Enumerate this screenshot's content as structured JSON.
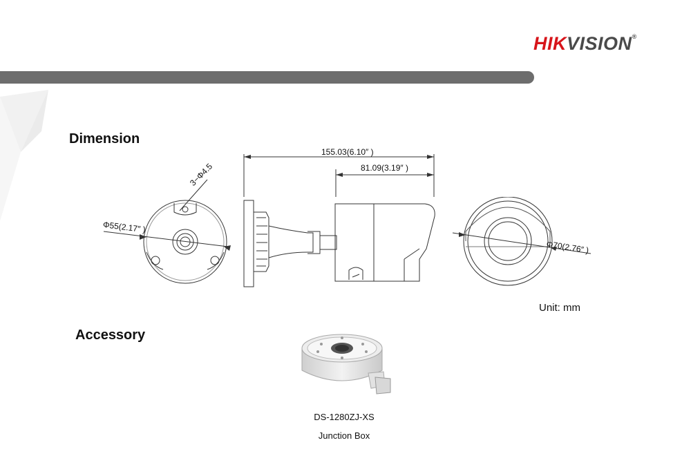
{
  "brand": {
    "part1": "HIK",
    "part2": "VISION",
    "mark": "®"
  },
  "sections": {
    "dimension": "Dimension",
    "accessory": "Accessory"
  },
  "dimensions": {
    "overall_length": "155.03(6.10″ )",
    "body_length": "81.09(3.19″ )",
    "mount_holes": "3−Φ4.5",
    "base_diameter": "Φ55(2.17″ )",
    "front_diameter": "Φ70(2.76″ )"
  },
  "unit": "Unit: mm",
  "accessory": {
    "model": "DS-1280ZJ-XS",
    "name": "Junction Box"
  },
  "colors": {
    "brand_red": "#d7141a",
    "bar_gray": "#6d6d6d"
  }
}
